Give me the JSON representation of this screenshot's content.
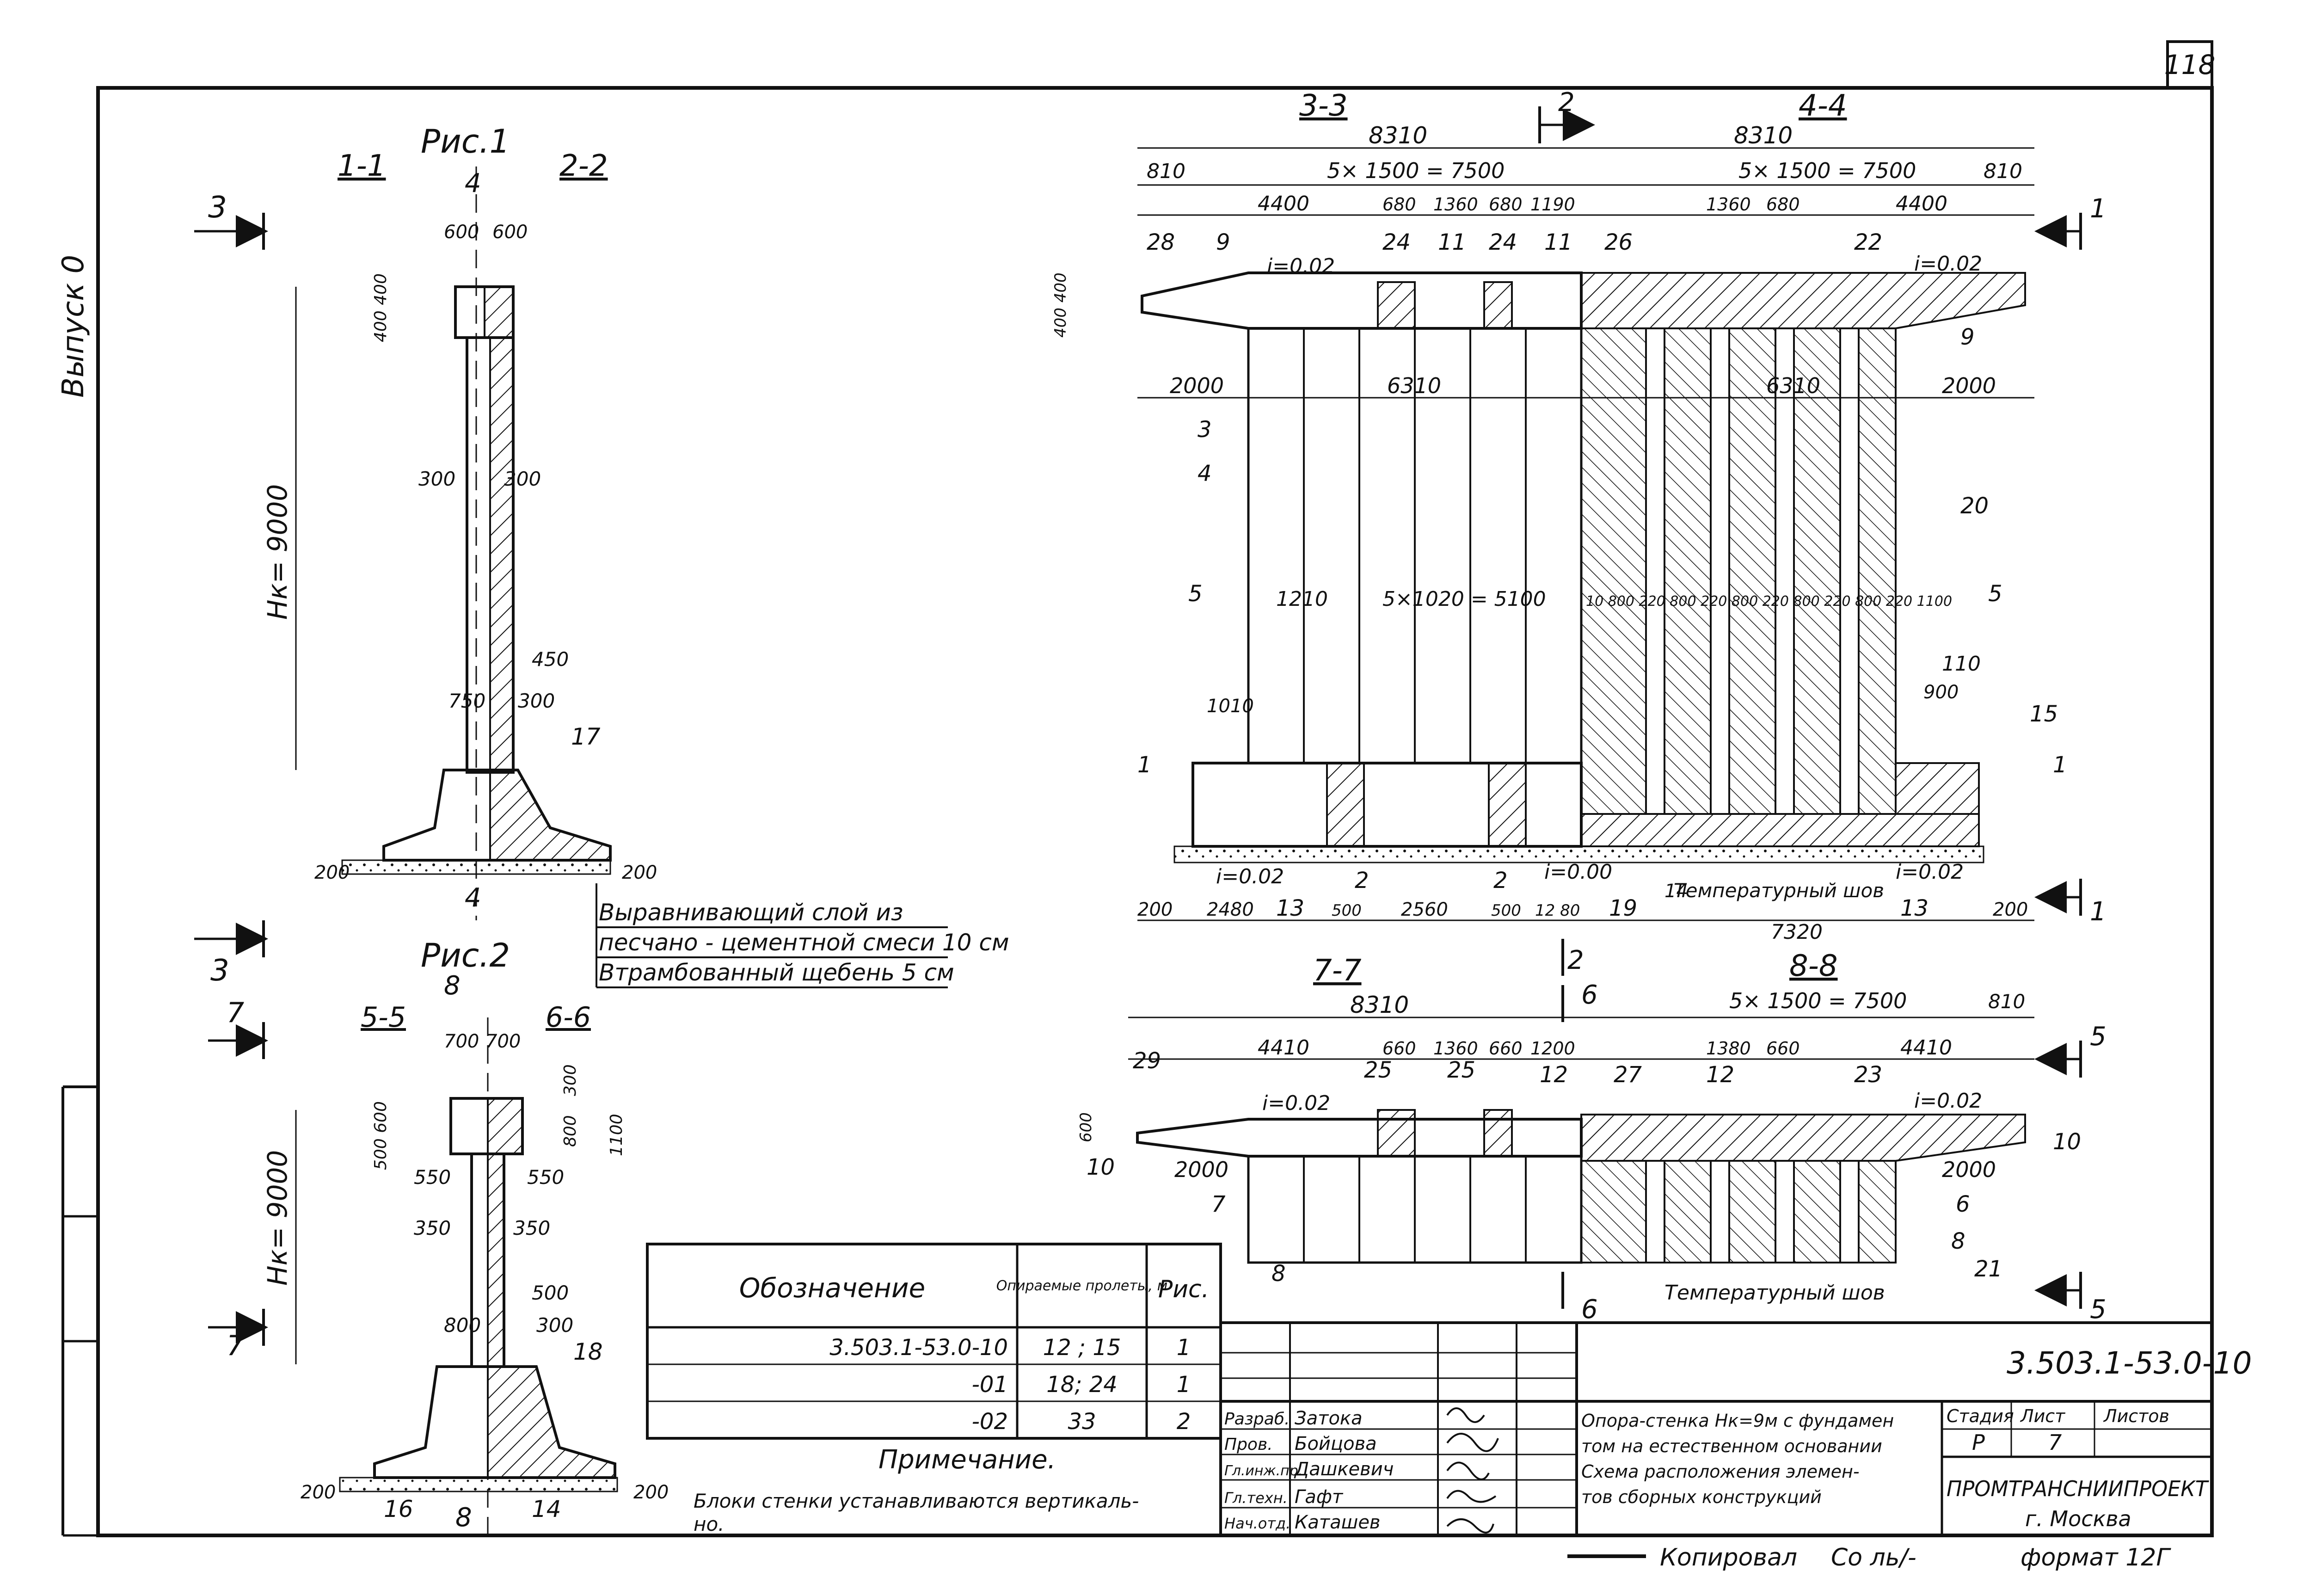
{
  "sheet": {
    "page_number": "118",
    "margin_text": "Выпуск 0",
    "copied": "Копировал",
    "copied_sign": "Со ль/-",
    "format": "формат 12Г"
  },
  "views": {
    "fig1": "Рис.1",
    "fig2": "Рис.2",
    "s11": "1-1",
    "s22": "2-2",
    "s33": "3-3",
    "s44": "4-4",
    "s55": "5-5",
    "s66": "6-6",
    "s77": "7-7",
    "s88": "8-8"
  },
  "cut_marks": [
    "1",
    "2",
    "3",
    "4",
    "5",
    "6",
    "7",
    "8"
  ],
  "dims": {
    "d8310": "8310",
    "d810": "810",
    "d5x1500": "5× 1500 = 7500",
    "d4400": "4400",
    "d4410": "4410",
    "d680": "680",
    "d660": "660",
    "d1360": "1360",
    "d1380": "1380",
    "d1190": "1190",
    "d1200": "1200",
    "d2000": "2000",
    "d6310": "6310",
    "d1210": "1210",
    "d5x1020": "5×1020 = 5100",
    "d1010": "1010",
    "d900": "900",
    "d200": "200",
    "d2480": "2480",
    "d500": "500",
    "d2560": "2560",
    "d1280": "12 80",
    "d7320": "7320",
    "d1100": "1100",
    "d600": "600",
    "d300": "300",
    "d450": "450",
    "d750": "750",
    "d400": "400 400",
    "d500_600": "500 600",
    "d800": "800",
    "d700": "700",
    "d550": "550",
    "d350": "350",
    "slope": "i=0.02",
    "slope0": "i=0.00",
    "hk": "Нк= 9000",
    "mid44": "10 800 220 800 220 800 220 800 220 800 220 1100"
  },
  "callouts": [
    "1",
    "2",
    "3",
    "4",
    "5",
    "6",
    "7",
    "8",
    "9",
    "10",
    "11",
    "12",
    "13",
    "14",
    "15",
    "16",
    "17",
    "18",
    "19",
    "20",
    "21",
    "22",
    "23",
    "24",
    "25",
    "26",
    "27",
    "28",
    "29",
    "110"
  ],
  "notes": {
    "temp_joint": "Температурный шов",
    "layer1": "Выравнивающий слой из",
    "layer2": "песчано - цементной смеси 10 см",
    "layer3": "Втрамбованный щебень 5 см",
    "note_title": "Примечание.",
    "note_text1": "Блоки стенки устанавливаются вертикаль-",
    "note_text2": "но."
  },
  "spec_table": {
    "header_designation": "Обозначение",
    "header_spans": "Опираемые пролеты, м",
    "header_fig": "Рис.",
    "rows": [
      {
        "designation": "3.503.1-53.0-10",
        "spans": "12 ; 15",
        "fig": "1"
      },
      {
        "designation": "-01",
        "spans": "18; 24",
        "fig": "1"
      },
      {
        "designation": "-02",
        "spans": "33",
        "fig": "2"
      }
    ]
  },
  "title_block": {
    "doc_code": "3.503.1-53.0-10",
    "roles": [
      "Разраб.",
      "Пров.",
      "Гл.инж.пр.",
      "Гл.техн.",
      "Нач.отд."
    ],
    "names": [
      "Затока",
      "Бойцова",
      "Дашкевич",
      "Гафт",
      "Каташев"
    ],
    "title_lines": [
      "Опора-стенка Нк=9м с фундамен",
      "том на естественном основании",
      "Схема расположения элемен-",
      "тов сборных конструкций"
    ],
    "stage_h": "Стадия",
    "sheet_h": "Лист",
    "sheets_h": "Листов",
    "stage": "Р",
    "sheet": "7",
    "sheets": "",
    "org": "ПРОМТРАНСНИИПРОЕКТ",
    "city": "г. Москва"
  }
}
